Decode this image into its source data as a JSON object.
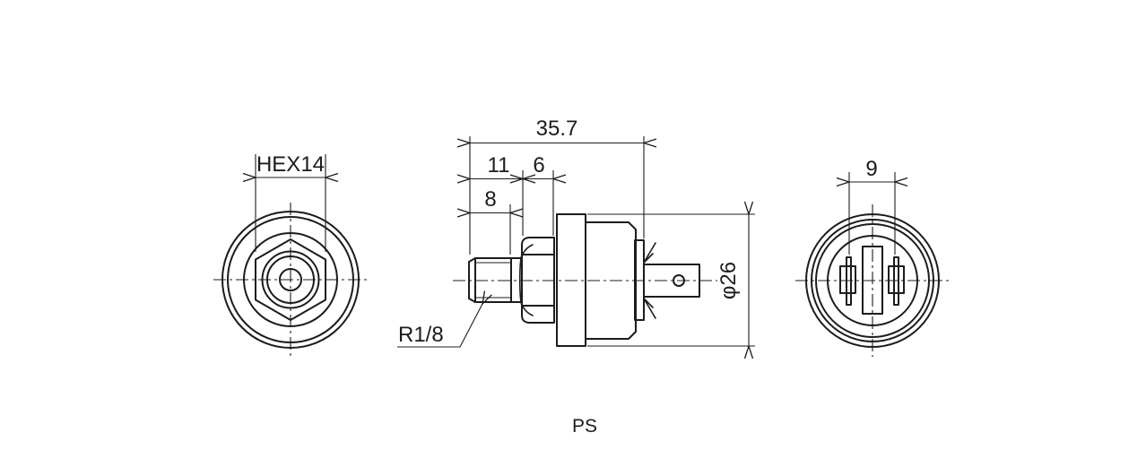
{
  "drawing": {
    "part_code_label": "PS",
    "colors": {
      "line": "#1c1c1c",
      "background": "#ffffff"
    },
    "front_view": {
      "hex_size_label": "HEX14"
    },
    "side_view": {
      "overall_length_label": "35.7",
      "port_section_label": "11",
      "hex_section_label": "6",
      "thread_length_label": "8",
      "thread_spec_label": "R1/8",
      "body_diameter_label": "φ26"
    },
    "rear_view": {
      "terminal_pitch_label": "9"
    }
  }
}
